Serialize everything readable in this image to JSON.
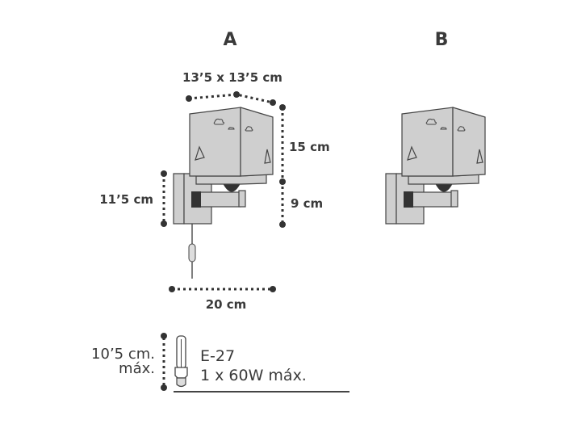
{
  "variants": {
    "a": "A",
    "b": "B"
  },
  "dimensions": {
    "shade_width": "13’5 x 13’5 cm",
    "shade_height": "15 cm",
    "arm_height": "9 cm",
    "plate_height": "11’5 cm",
    "total_width": "20 cm"
  },
  "bulb": {
    "size_line1": "10’5 cm.",
    "size_line2": "máx.",
    "socket": "E-27",
    "power": "1 x 60W máx."
  },
  "colors": {
    "shade": "#cfcfcf",
    "ink": "#3a3a3a"
  }
}
